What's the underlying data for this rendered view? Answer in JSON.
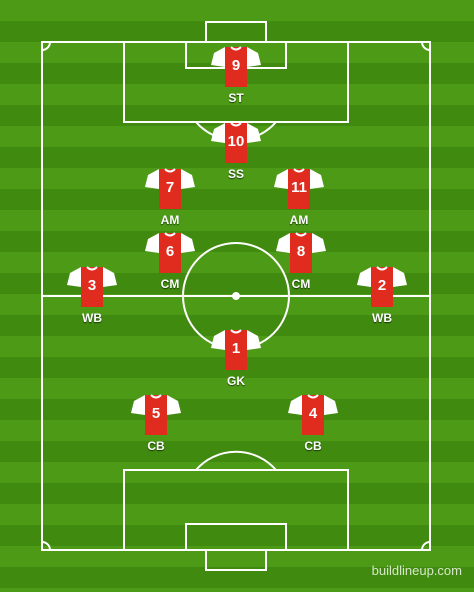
{
  "colors": {
    "shirt": "#e02b1f",
    "sleeve": "#ffffff",
    "line": "#ffffff"
  },
  "players": [
    {
      "number": "9",
      "position": "ST"
    },
    {
      "number": "10",
      "position": "SS"
    },
    {
      "number": "7",
      "position": "AM"
    },
    {
      "number": "11",
      "position": "AM"
    },
    {
      "number": "6",
      "position": "CM"
    },
    {
      "number": "8",
      "position": "CM"
    },
    {
      "number": "3",
      "position": "WB"
    },
    {
      "number": "2",
      "position": "WB"
    },
    {
      "number": "1",
      "position": "GK"
    },
    {
      "number": "5",
      "position": "CB"
    },
    {
      "number": "4",
      "position": "CB"
    }
  ],
  "watermark": "buildlineup.com"
}
